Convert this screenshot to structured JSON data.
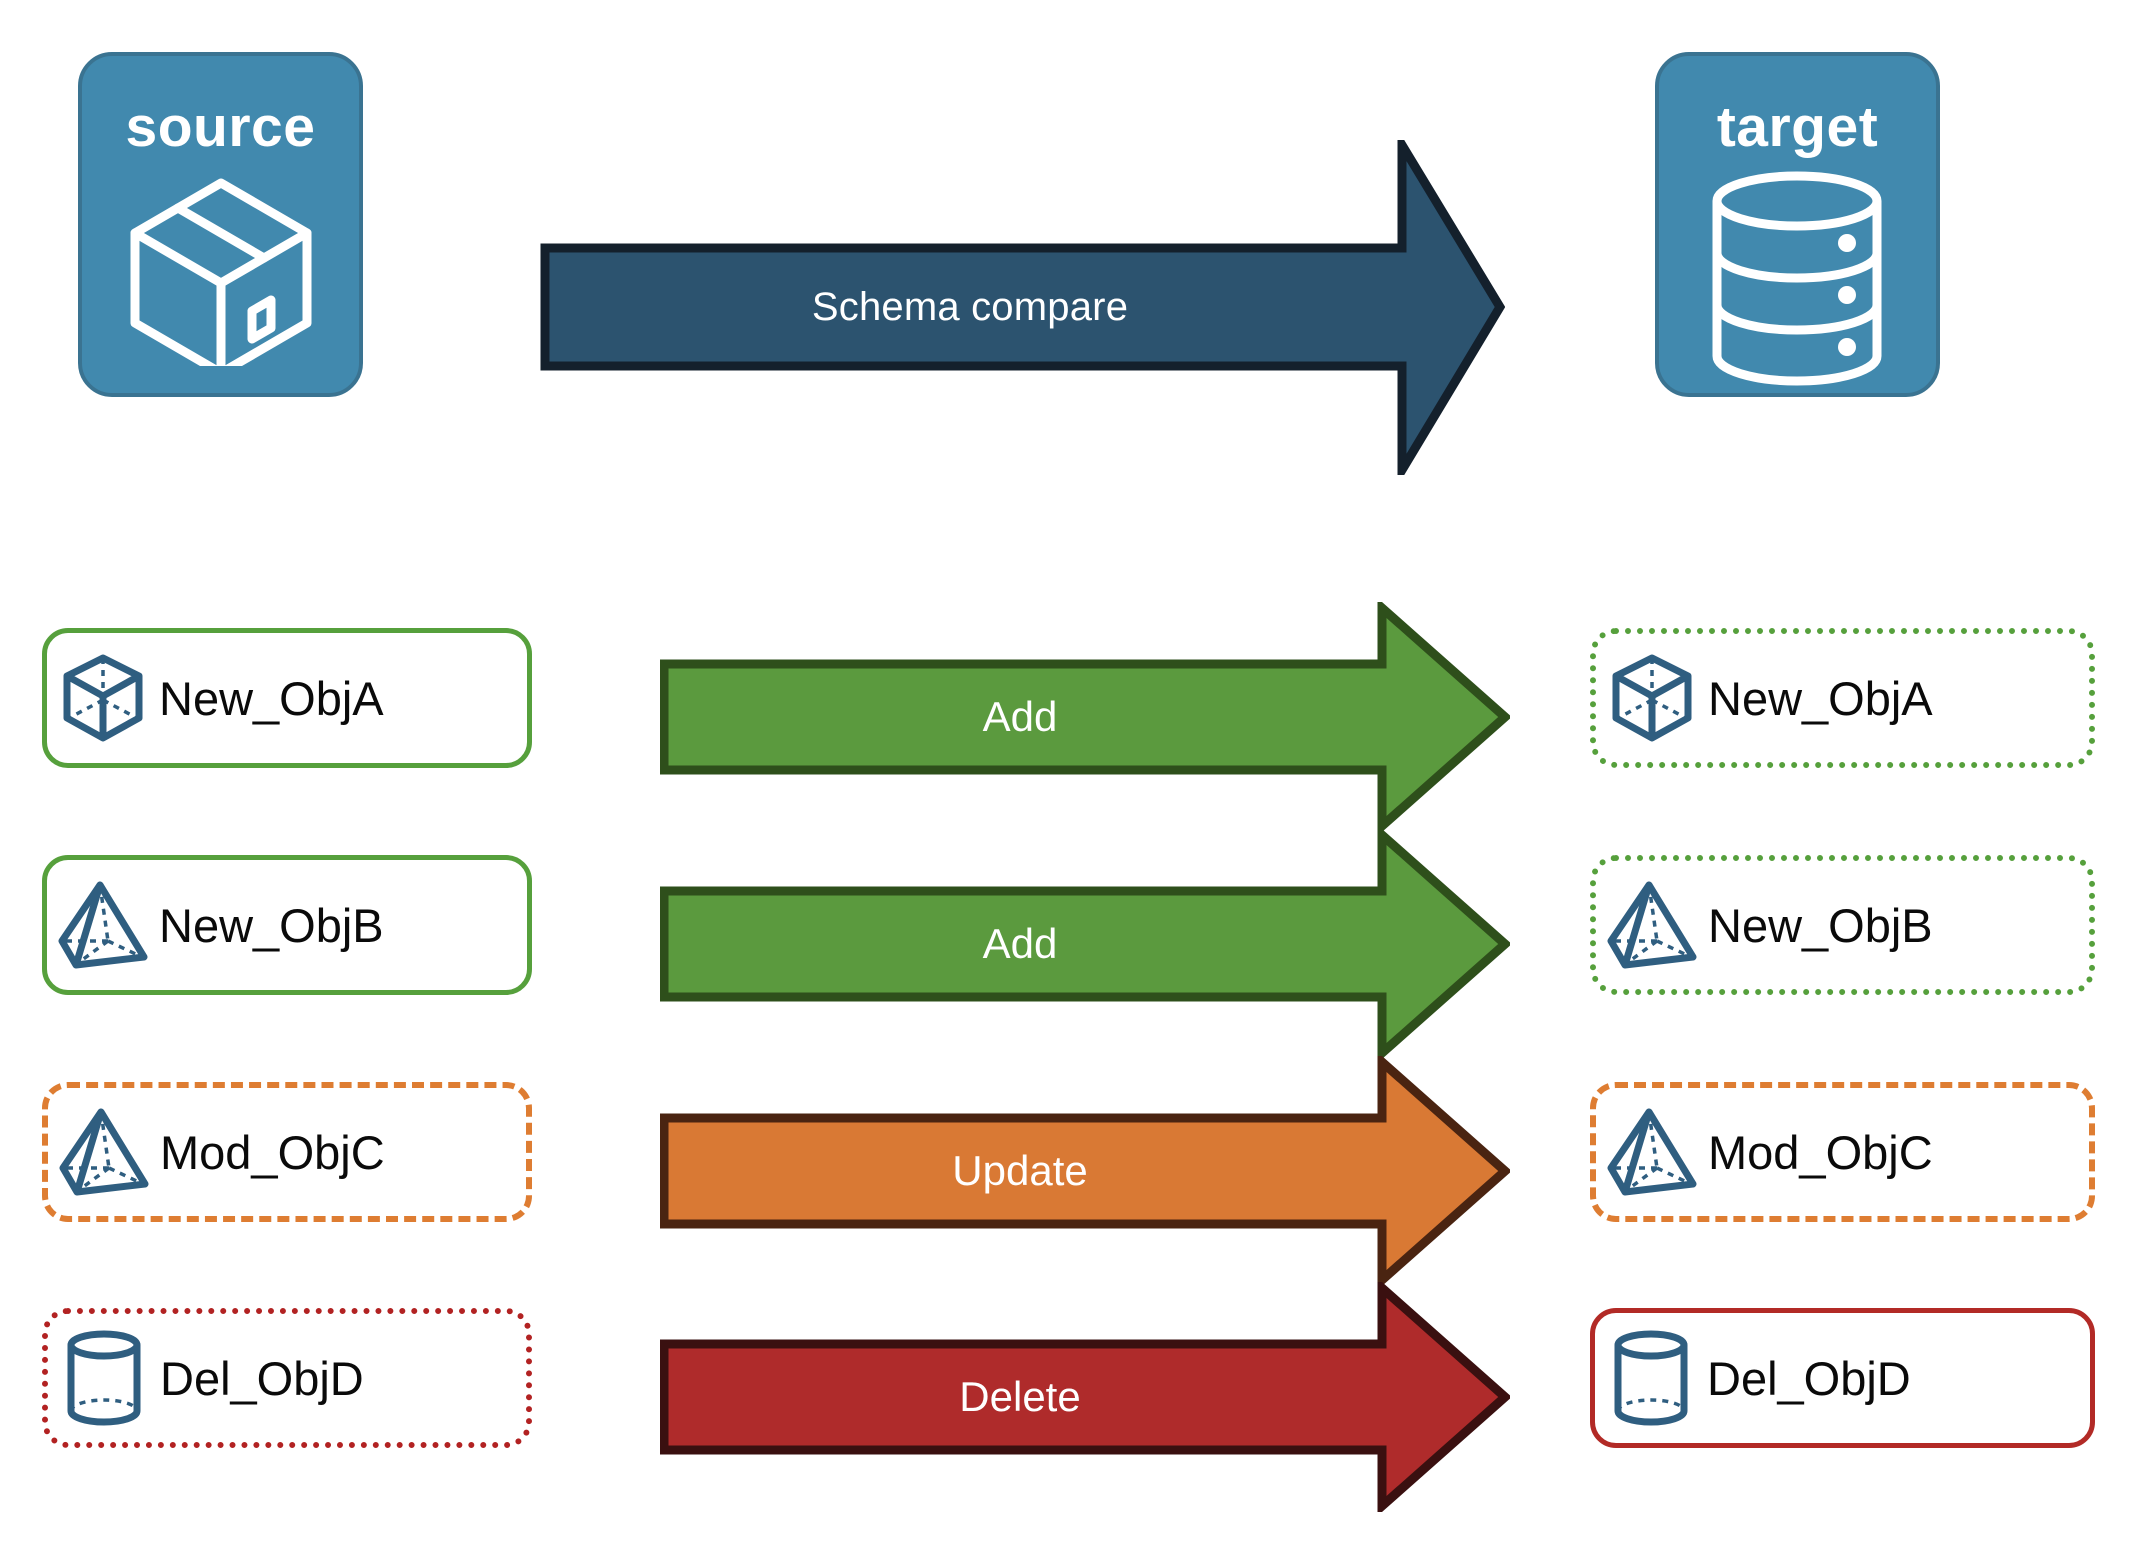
{
  "diagram": {
    "title": "Schema compare source to target",
    "endpoints": [
      {
        "id": "source",
        "label": "source",
        "icon": "package-box-icon"
      },
      {
        "id": "target",
        "label": "target",
        "icon": "database-cylinder-icon"
      }
    ],
    "main_arrow": {
      "label": "Schema compare",
      "fill": "#2C536F",
      "stroke": "#14202C"
    },
    "rows": [
      {
        "action": "Add",
        "arrow_fill": "#5B9A3E",
        "arrow_stroke": "#2E4F1B",
        "source": {
          "name": "New_ObjA",
          "icon": "cube-wireframe-icon",
          "border": "solid",
          "color": "#56A03C"
        },
        "target": {
          "name": "New_ObjA",
          "icon": "cube-wireframe-icon",
          "border": "dotted",
          "color": "#56A03C"
        }
      },
      {
        "action": "Add",
        "arrow_fill": "#5B9A3E",
        "arrow_stroke": "#2E4F1B",
        "source": {
          "name": "New_ObjB",
          "icon": "pyramid-wireframe-icon",
          "border": "solid",
          "color": "#56A03C"
        },
        "target": {
          "name": "New_ObjB",
          "icon": "pyramid-wireframe-icon",
          "border": "dotted",
          "color": "#56A03C"
        }
      },
      {
        "action": "Update",
        "arrow_fill": "#D97934",
        "arrow_stroke": "#4A2411",
        "source": {
          "name": "Mod_ObjC",
          "icon": "pyramid-wireframe-icon",
          "border": "dashed",
          "color": "#DE7D32"
        },
        "target": {
          "name": "Mod_ObjC",
          "icon": "pyramid-wireframe-icon",
          "border": "dashed",
          "color": "#DE7D32"
        }
      },
      {
        "action": "Delete",
        "arrow_fill": "#AF2B2B",
        "arrow_stroke": "#3A1010",
        "source": {
          "name": "Del_ObjD",
          "icon": "cylinder-wireframe-icon",
          "border": "dotted",
          "color": "#B22222"
        },
        "target": {
          "name": "Del_ObjD",
          "icon": "cylinder-wireframe-icon",
          "border": "solid",
          "color": "#B22A26"
        }
      }
    ],
    "colors": {
      "endpoint_fill": "#4189AE",
      "endpoint_stroke": "#3A7391",
      "object_glyph": "#2F5E80",
      "text": "#0A0A0A"
    }
  }
}
